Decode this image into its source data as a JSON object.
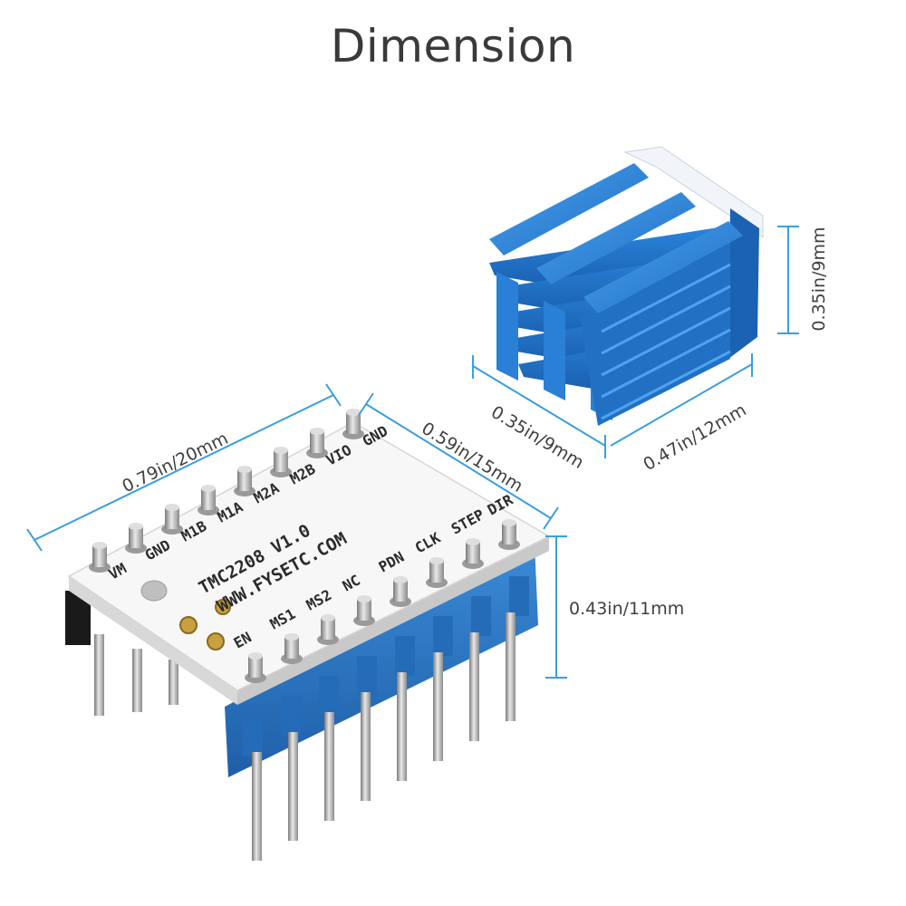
{
  "title": "Dimension",
  "dimensions": {
    "heatsink_height": "0.35in/9mm",
    "heatsink_width": "0.35in/9mm",
    "heatsink_depth": "0.47in/12mm",
    "board_length": "0.79in/20mm",
    "board_width": "0.59in/15mm",
    "board_height": "0.43in/11mm"
  },
  "silkscreen": {
    "model": "TMC2208 V1.0",
    "website": "WWW.FYSETC.COM",
    "top_row_labels": [
      "VM",
      "GND",
      "M1B",
      "M1A",
      "M2A",
      "M2B",
      "VIO",
      "GND"
    ],
    "bottom_row_labels": [
      "EN",
      "MS1",
      "MS2",
      "NC",
      "PDN",
      "CLK",
      "STEP",
      "DIR"
    ]
  },
  "colors": {
    "dimension_line": "#3a9ee0",
    "heatsink": "#1e78d2",
    "pcb": "#f7f7f7",
    "header": "#2f7fc9",
    "pin": "#b8b8b8"
  }
}
